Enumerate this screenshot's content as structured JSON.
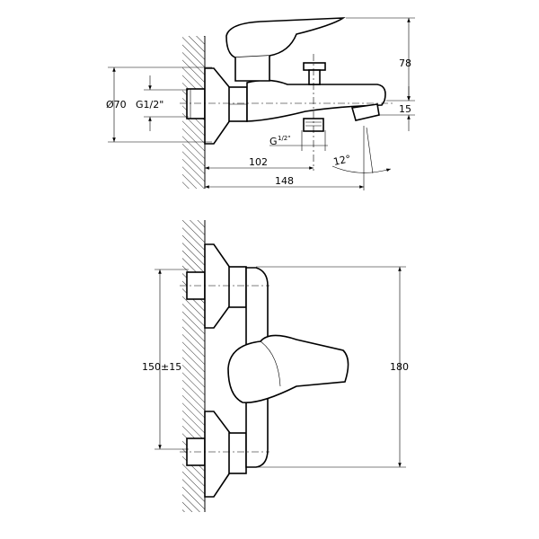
{
  "side_view": {
    "dim_diameter": "Ø70",
    "dim_inlet_thread": "G1/2\"",
    "dim_outlet_thread": "G",
    "dim_outlet_thread_fraction": "1/2\"",
    "dim_height": "78",
    "dim_spout_offset": "15",
    "dim_outlet_distance": "102",
    "dim_spout_length": "148",
    "dim_angle": "12°"
  },
  "front_view": {
    "dim_center_distance": "150±15",
    "dim_width": "180"
  }
}
